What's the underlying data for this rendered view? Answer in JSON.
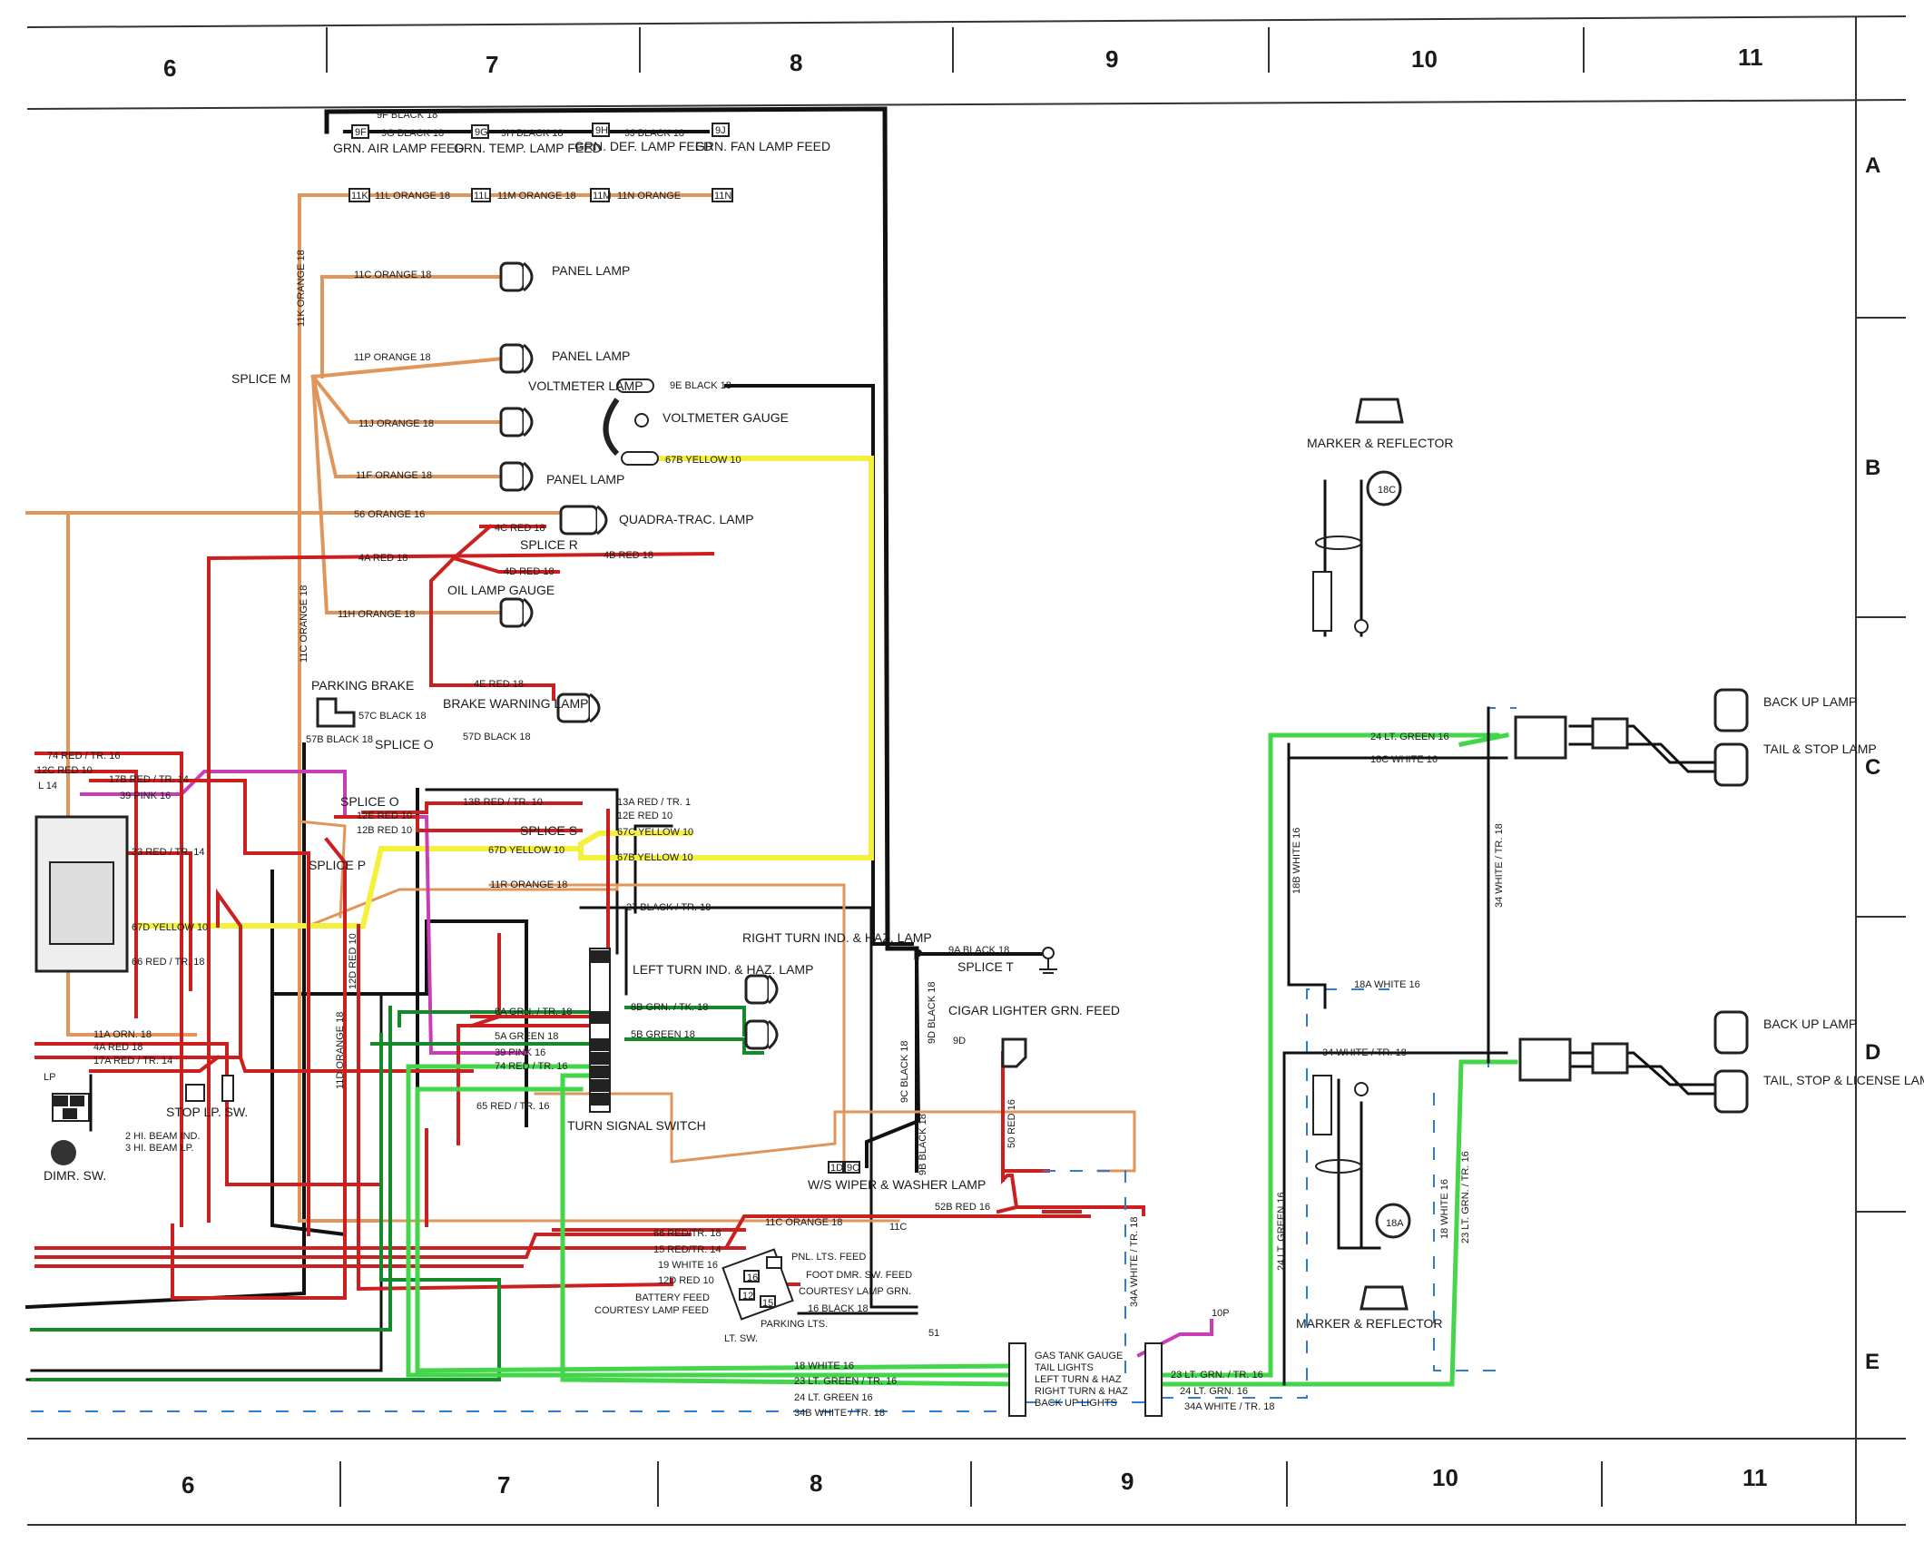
{
  "grid": {
    "top_columns": [
      "6",
      "7",
      "8",
      "9",
      "10",
      "11"
    ],
    "bottom_columns": [
      "6",
      "7",
      "8",
      "9",
      "10",
      "11"
    ],
    "rows": [
      "A",
      "B",
      "C",
      "D",
      "E"
    ]
  },
  "wire_labels": {
    "w9F": "9F BLACK 18",
    "w9G": "9G BLACK 18",
    "w9H": "9H BLACK 18",
    "w9J": "9J BLACK 18",
    "w11L": "11L ORANGE 18",
    "w11M": "11M ORANGE 18",
    "w11N": "11N ORANGE",
    "w11K": "11K ORANGE 18",
    "w11C_a": "11C ORANGE 18",
    "w11P": "11P ORANGE 18",
    "w11J": "11J ORANGE 18",
    "w11F": "11F ORANGE 18",
    "w56": "56 ORANGE 16",
    "w4A": "4A RED 18",
    "w4B": "4B RED 18",
    "w4C": "4C RED 18",
    "w4D": "4D RED 18",
    "w4E": "4E RED 18",
    "w11H": "11H ORANGE 18",
    "w11C_v": "11C ORANGE 18",
    "w9E": "9E BLACK 18",
    "w67B_top": "67B YELLOW 10",
    "w57C": "57C BLACK 18",
    "w57B": "57B BLACK 18",
    "w57D": "57D BLACK 18",
    "w74": "74 RED / TR. 16",
    "w12C": "12C RED 10",
    "w17B": "17B RED / TR. 14",
    "wL14": "L 14",
    "w39": "39 PINK 16",
    "w33": "33 RED / TR. 14",
    "w67D": "67D YELLOW 10",
    "w66": "66 RED / TR. 18",
    "w11A": "11A ORN. 18",
    "w4A_b": "4A RED 18",
    "w17A": "17A RED / TR. 14",
    "w13B": "13B RED / TR. 10",
    "w13A": "13A RED / TR. 1",
    "w12E": "12E RED 10",
    "w12E_b": "12E RED 10",
    "w12B": "12B RED 10",
    "w67D_b": "67D YELLOW 10",
    "w67C": "67C YELLOW 10",
    "w67B_b": "67B YELLOW 10",
    "w11R": "11R ORANGE 18",
    "w27": "27 BLACK / TR. 18",
    "w8A": "8A GRN. / TR. 18",
    "w8B": "8B GRN. / TK. 18",
    "w5A": "5A GREEN 18",
    "w5B": "5B GREEN 18",
    "w39_b": "39 PINK 16",
    "w74_b": "74 RED / TR. 16",
    "w65": "65 RED / TR. 16",
    "w12D": "12D RED 10",
    "w11D": "11D ORANGE 18",
    "w9A": "9A BLACK 18",
    "w9D": "9D BLACK 18",
    "w9C": "9C BLACK 18",
    "w9B": "9B BLACK 18",
    "w50": "50 RED 16",
    "w52B": "52B RED 16",
    "w11C_b": "11C ORANGE 18",
    "w66_b": "66 RED/TR. 18",
    "w15": "15 RED/TR. 14",
    "w19": "19 WHITE 16",
    "w12D_b": "12D RED 10",
    "w16": "16 BLACK 18",
    "w18_b": "18 WHITE 16",
    "w23": "23 LT. GREEN / TR. 16",
    "w24": "24 LT. GREEN 16",
    "w34B": "34B WHITE / TR. 18",
    "w34A": "34A WHITE / TR. 18",
    "w23_r": "23 LT. GRN. / TR. 16",
    "w24_r": "24 LT. GRN. 16",
    "w34A_r": "34A WHITE / TR. 18",
    "w24_top": "24 LT. GREEN 16",
    "w18C": "18C WHITE 16",
    "w18B": "18B WHITE 16",
    "w34W": "34 WHITE / TR. 18",
    "w18A": "18A WHITE 16",
    "w34W_v": "34 WHITE / TR. 18",
    "w24_v": "24 LT. GREEN 16",
    "w18_v": "18 WHITE 16",
    "w23_v": "23 LT. GRN. / TR. 16",
    "w10P": "10P"
  },
  "components": {
    "grn_air": "GRN. AIR LAMP FEED",
    "grn_temp": "GRN. TEMP. LAMP FEED",
    "grn_def": "GRN. DEF. LAMP FEED",
    "grn_fan": "GRN. FAN LAMP FEED",
    "panel_lamp_1": "PANEL LAMP",
    "panel_lamp_2": "PANEL LAMP",
    "panel_lamp_3": "PANEL LAMP",
    "splice_m": "SPLICE M",
    "voltmeter_lamp": "VOLTMETER LAMP",
    "voltmeter_gauge": "VOLTMETER GAUGE",
    "quadra_trac": "QUADRA-TRAC. LAMP",
    "splice_r": "SPLICE R",
    "oil_lamp_gauge": "OIL  LAMP  GAUGE",
    "parking_brake": "PARKING BRAKE",
    "brake_warning": "BRAKE WARNING LAMP",
    "splice_o_1": "SPLICE O",
    "splice_o_2": "SPLICE O",
    "splice_p": "SPLICE P",
    "splice_s": "SPLICE S",
    "right_turn": "RIGHT TURN IND. & HAZ. LAMP",
    "left_turn": "LEFT TURN IND. & HAZ. LAMP",
    "turn_signal": "TURN SIGNAL SWITCH",
    "splice_t": "SPLICE T",
    "cigar_lighter": "CIGAR LIGHTER GRN. FEED",
    "ws_wiper": "W/S WIPER & WASHER LAMP",
    "stop_lp_sw": "STOP LP. SW.",
    "hi_beam_ind": "2 HI. BEAM IND.",
    "hi_beam_lp": "3 HI. BEAM LP.",
    "dimr_sw": "DIMR. SW.",
    "lp": "LP",
    "pnl_lts_feed": "PNL. LTS. FEED",
    "foot_dmr": "FOOT DMR. SW. FEED",
    "courtesy_lamp_grn": "COURTESY LAMP GRN.",
    "battery_feed": "BATTERY FEED",
    "courtesy_lamp_feed": "COURTESY LAMP FEED",
    "parking_lts": "PARKING LTS.",
    "lt_sw": "LT. SW.",
    "gas_tank": "GAS TANK GAUGE",
    "tail_lights": "TAIL LIGHTS",
    "left_turn_haz": "LEFT TURN & HAZ",
    "right_turn_haz": "RIGHT TURN & HAZ",
    "back_up_lights": "BACK UP LIGHTS",
    "marker_top": "MARKER & REFLECTOR",
    "marker_bottom": "MARKER & REFLECTOR",
    "back_up_lamp_1": "BACK UP LAMP",
    "tail_stop_lamp": "TAIL & STOP LAMP",
    "back_up_lamp_2": "BACK UP LAMP",
    "tail_stop_license": "TAIL, STOP & LICENSE LAMP"
  },
  "connector_ids": {
    "c9F": "9F",
    "c9G": "9G",
    "c9H": "9H",
    "c9J": "9J",
    "c11K": "11K",
    "c11L": "11L",
    "c11M": "11M",
    "c11N": "11N",
    "c18C": "18C",
    "c18A": "18A",
    "c1D": "1D",
    "c9C": "9C",
    "c9D": "9D",
    "c11C": "11C",
    "c51": "51",
    "c16": "16",
    "c15": "15",
    "c12": "12"
  },
  "colors": {
    "black": "#111111",
    "red": "#cc1f1f",
    "orange": "#e0955a",
    "yellow": "#f4f03c",
    "green_lt": "#43d64a",
    "green_dk": "#148a2a",
    "pink": "#c93eb4",
    "blue": "#2a7fd4",
    "grid": "#333333"
  }
}
